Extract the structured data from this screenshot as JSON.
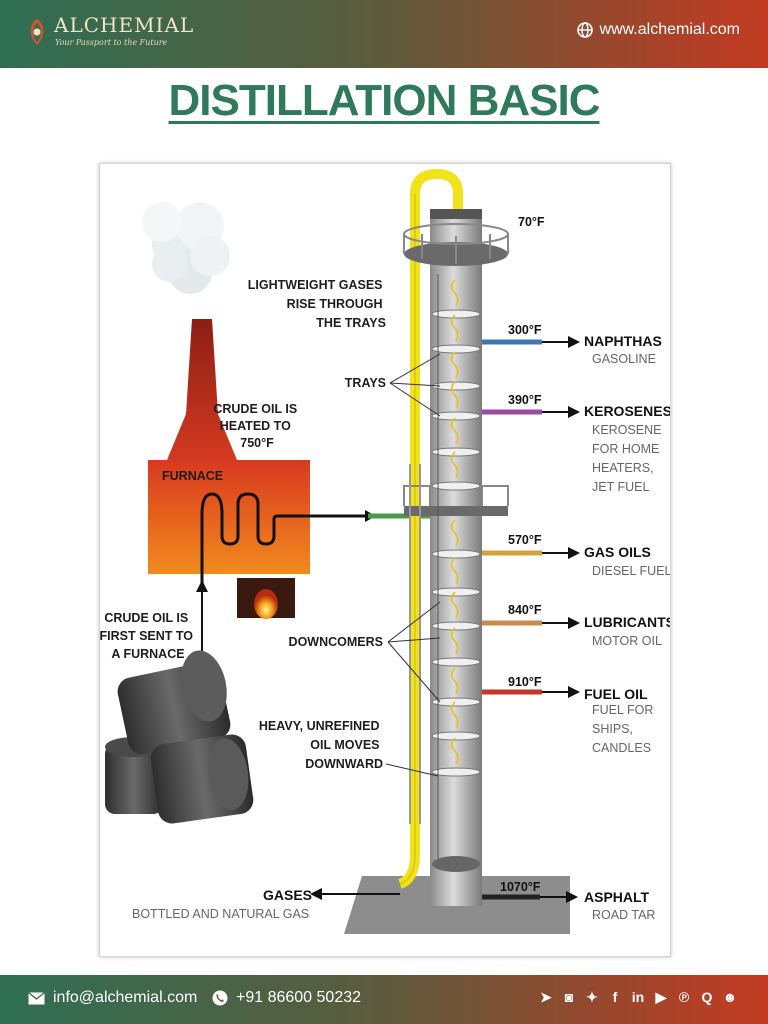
{
  "header": {
    "brand": "ALCHEMIAL",
    "tagline": "Your Passport to the Future",
    "website": "www.alchemial.com"
  },
  "title": "DISTILLATION BASIC",
  "diagram": {
    "left_labels": {
      "crude_heated": [
        "CRUDE OIL IS",
        "HEATED TO",
        "750°F"
      ],
      "furnace": "FURNACE",
      "crude_first": [
        "CRUDE OIL IS",
        "FIRST SENT TO",
        "A FURNACE"
      ],
      "lightweight": [
        "LIGHTWEIGHT GASES",
        "RISE THROUGH",
        "THE TRAYS"
      ],
      "trays": "TRAYS",
      "downcomers": "DOWNCOMERS",
      "heavy": [
        "HEAVY, UNREFINED",
        "OIL MOVES",
        "DOWNWARD"
      ]
    },
    "fractions": [
      {
        "temp": "70°F",
        "name": "",
        "sub": [],
        "color": ""
      },
      {
        "temp": "300°F",
        "name": "NAPHTHAS",
        "sub": [
          "GASOLINE"
        ],
        "color": "#3b78b5"
      },
      {
        "temp": "390°F",
        "name": "KEROSENES",
        "sub": [
          "KEROSENE",
          "FOR HOME",
          "HEATERS,",
          "JET FUEL"
        ],
        "color": "#9c4aa0"
      },
      {
        "temp": "570°F",
        "name": "GAS OILS",
        "sub": [
          "DIESEL FUEL"
        ],
        "color": "#d2a23a"
      },
      {
        "temp": "840°F",
        "name": "LUBRICANTS",
        "sub": [
          "MOTOR OIL"
        ],
        "color": "#c98a4a"
      },
      {
        "temp": "910°F",
        "name": "FUEL OIL",
        "sub": [
          "FUEL FOR",
          "SHIPS,",
          "CANDLES"
        ],
        "color": "#c8362a"
      },
      {
        "temp": "1070°F",
        "name": "ASPHALT",
        "sub": [
          "ROAD TAR"
        ],
        "color": ""
      }
    ],
    "gases": {
      "name": "GASES",
      "sub": "BOTTLED AND NATURAL GAS"
    }
  },
  "footer": {
    "email": "info@alchemial.com",
    "phone": "+91 86600 50232",
    "socials": [
      "telegram-icon",
      "instagram-icon",
      "twitter-icon",
      "facebook-icon",
      "linkedin-icon",
      "youtube-icon",
      "pinterest-icon",
      "quora-icon",
      "reddit-icon"
    ]
  },
  "colors": {
    "brand_green": "#2f7a5a",
    "brand_red": "#c43a22",
    "pipe_yellow": "#f2e21a"
  }
}
